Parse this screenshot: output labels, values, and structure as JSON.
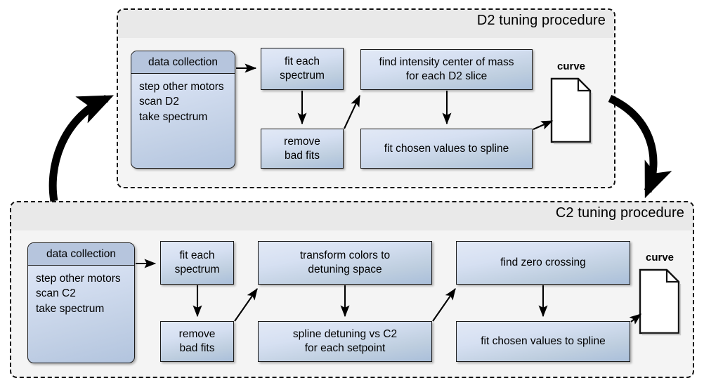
{
  "panels": [
    {
      "id": "d2",
      "title": "D2 tuning procedure",
      "data_collection": {
        "header": "data collection",
        "steps": [
          "step other motors",
          "scan D2",
          "take spectrum"
        ]
      },
      "boxes": [
        {
          "name": "fit-each-spectrum",
          "lines": [
            "fit each",
            "spectrum"
          ]
        },
        {
          "name": "remove-bad-fits",
          "lines": [
            "remove",
            "bad fits"
          ]
        },
        {
          "name": "find-intensity-center-of-mass",
          "lines": [
            "find intensity center of mass",
            "for each D2 slice"
          ]
        },
        {
          "name": "fit-chosen-values-to-spline",
          "lines": [
            "fit chosen values to spline"
          ]
        }
      ],
      "output": {
        "label": "curve",
        "icon": "document-icon"
      }
    },
    {
      "id": "c2",
      "title": "C2 tuning procedure",
      "data_collection": {
        "header": "data collection",
        "steps": [
          "step other motors",
          "scan C2",
          "take spectrum"
        ]
      },
      "boxes": [
        {
          "name": "fit-each-spectrum",
          "lines": [
            "fit each",
            "spectrum"
          ]
        },
        {
          "name": "remove-bad-fits",
          "lines": [
            "remove",
            "bad fits"
          ]
        },
        {
          "name": "transform-colors-to-detuning-space",
          "lines": [
            "transform colors to",
            "detuning space"
          ]
        },
        {
          "name": "spline-detuning-vs-c2",
          "lines": [
            "spline detuning vs C2",
            "for each setpoint"
          ]
        },
        {
          "name": "find-zero-crossing",
          "lines": [
            "find zero crossing"
          ]
        },
        {
          "name": "fit-chosen-values-to-spline",
          "lines": [
            "fit chosen values to spline"
          ]
        }
      ],
      "output": {
        "label": "curve",
        "icon": "document-icon"
      }
    }
  ],
  "colors": {
    "panel_bg": "#f4f4f4",
    "panel_titlebar": "#e9e9e9",
    "panel_border": "#111111",
    "box_fill_light": "#e2e9f6",
    "box_fill_dark": "#aabfda",
    "box_header_fill": "#b6c5dd",
    "box_border": "#1a1a1a",
    "arrow": "#000000",
    "page_bg": "#ffffff"
  },
  "flow_arrows": {
    "d2_to_c2": "thick-curved-arrow-down-right",
    "c2_to_d2": "thick-curved-arrow-up-right"
  }
}
